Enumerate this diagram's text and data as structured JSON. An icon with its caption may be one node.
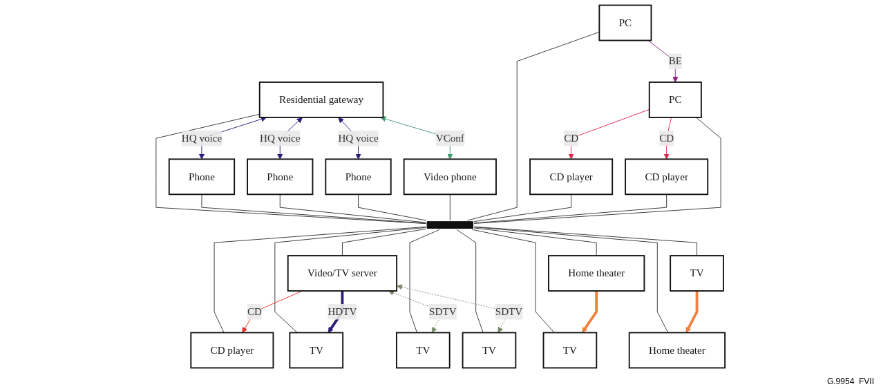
{
  "diagram": {
    "nodes": [
      {
        "text": [
          "Residential gateway"
        ]
      },
      {
        "text": [
          "Phone"
        ]
      },
      {
        "text": [
          "Phone"
        ]
      },
      {
        "text": [
          "Phone"
        ]
      },
      {
        "text": [
          "Video phone"
        ]
      },
      {
        "text": [
          "PC"
        ]
      },
      {
        "text": [
          "CD player"
        ]
      },
      {
        "text": [
          "CD player"
        ]
      },
      {
        "text": [
          "PC"
        ]
      },
      {
        "text": [
          "Video/TV server"
        ]
      },
      {
        "text": [
          "TV"
        ]
      },
      {
        "text": [
          "TV"
        ]
      },
      {
        "text": [
          "TV"
        ]
      },
      {
        "text": [
          "CD player"
        ]
      },
      {
        "text": [
          "TV"
        ]
      },
      {
        "text": [
          "Home theater"
        ]
      },
      {
        "text": [
          "TV"
        ]
      },
      {
        "text": [
          "Home theater"
        ]
      },
      {
        "text": [],
        "shape": "bar"
      }
    ],
    "edges": [
      {
        "from": 0,
        "to": 18,
        "arrow": "none"
      },
      {
        "from": 1,
        "to": 18,
        "arrow": "none"
      },
      {
        "from": 2,
        "to": 18,
        "arrow": "none"
      },
      {
        "from": 3,
        "to": 18,
        "arrow": "none"
      },
      {
        "from": 4,
        "to": 18,
        "arrow": "none"
      },
      {
        "from": 5,
        "to": 18,
        "arrow": "none"
      },
      {
        "from": 6,
        "to": 18,
        "arrow": "none"
      },
      {
        "from": 7,
        "to": 18,
        "arrow": "none"
      },
      {
        "from": 8,
        "to": 18,
        "arrow": "none"
      },
      {
        "from": 18,
        "to": 9,
        "arrow": "none"
      },
      {
        "from": 18,
        "to": 10,
        "arrow": "none"
      },
      {
        "from": 18,
        "to": 11,
        "arrow": "none"
      },
      {
        "from": 18,
        "to": 12,
        "arrow": "none"
      },
      {
        "from": 18,
        "to": 13,
        "arrow": "none"
      },
      {
        "from": 18,
        "to": 14,
        "arrow": "none"
      },
      {
        "from": 18,
        "to": 15,
        "arrow": "none"
      },
      {
        "from": 18,
        "to": 16,
        "arrow": "none"
      },
      {
        "from": 18,
        "to": 17,
        "arrow": "none"
      },
      {
        "from": 0,
        "to": 1,
        "arrow": "both",
        "label": "HQ voice",
        "color": "#2a1d7a"
      },
      {
        "from": 0,
        "to": 2,
        "arrow": "both",
        "label": "HQ voice",
        "color": "#2a1d7a"
      },
      {
        "from": 0,
        "to": 3,
        "arrow": "both",
        "label": "HQ voice",
        "color": "#2a1d7a"
      },
      {
        "from": 0,
        "to": 4,
        "arrow": "both",
        "label": "VConf",
        "color": "#3f9a6e"
      },
      {
        "from": 8,
        "to": 7,
        "arrow": "to",
        "label": "CD",
        "color": "#e0284f"
      },
      {
        "from": 8,
        "to": 6,
        "arrow": "to",
        "label": "CD",
        "color": "#e0284f"
      },
      {
        "from": 5,
        "to": 8,
        "arrow": "to",
        "label": "BE",
        "color": "#8e2080"
      },
      {
        "from": 9,
        "to": 13,
        "arrow": "to",
        "label": "CD",
        "color": "#e8302a"
      },
      {
        "from": 9,
        "to": 12,
        "arrow": "to",
        "label": "HDTV",
        "style": "thick",
        "color": "#2a1d7a"
      },
      {
        "from": 9,
        "to": 11,
        "arrow": "both",
        "label": "SDTV",
        "style": "dashed",
        "color": "#7a8a6a"
      },
      {
        "from": 9,
        "to": 10,
        "arrow": "both",
        "label": "SDTV",
        "style": "dashed",
        "color": "#7a8a6a"
      },
      {
        "from": 15,
        "to": 14,
        "arrow": "to",
        "style": "thick",
        "color": "#f07f3c"
      },
      {
        "from": 16,
        "to": 17,
        "arrow": "to",
        "style": "thick",
        "color": "#f07f3c"
      }
    ],
    "labels": [
      "G.9954  FVII"
    ]
  }
}
